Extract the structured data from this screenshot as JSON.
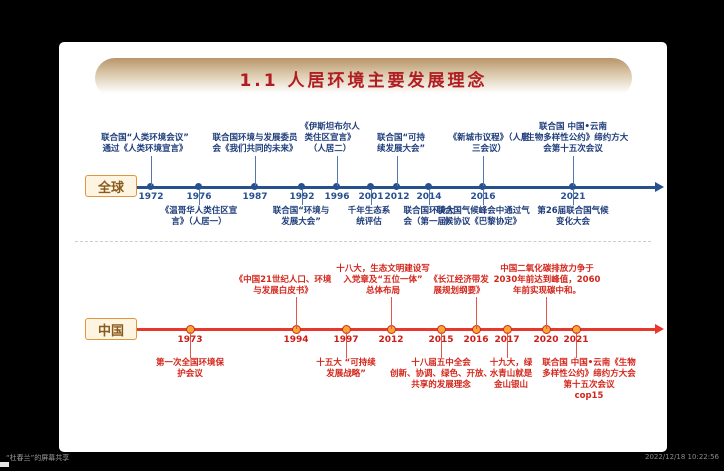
{
  "chrome": {
    "screen_share_label": "“杜春兰”的屏幕共享",
    "timestamp": "2022/12/18 10:22:56"
  },
  "slide": {
    "title": "1.1 人居环境主要发展理念",
    "colors": {
      "global_line": "#27508f",
      "china_line": "#e8372c",
      "title": "#b01e23"
    },
    "global": {
      "label": "全球",
      "events": [
        {
          "year": "1972",
          "side": "above",
          "text": "联合国“人类环境会议”\n通过《人类环境宣言》"
        },
        {
          "year": "1976",
          "side": "below",
          "text": "《温哥华人类住区宣\n言》（人居一）"
        },
        {
          "year": "1987",
          "side": "above",
          "text": "联合国环境与发展委员\n会《我们共同的未来》"
        },
        {
          "year": "1992",
          "side": "below",
          "text": "联合国“环境与\n发展大会”"
        },
        {
          "year": "1996",
          "side": "above",
          "text": "《伊斯坦布尔人\n类住区宣言》\n（人居二）"
        },
        {
          "year": "2001",
          "side": "below",
          "text": "千年生态系\n统评估"
        },
        {
          "year": "2012",
          "side": "above",
          "text": "联合国“可持\n续发展大会”"
        },
        {
          "year": "2014",
          "side": "below",
          "text": "联合国环境大\n会（第一届）"
        },
        {
          "year": "2016",
          "side": "both",
          "text_above": "《新城市议程》（人居\n三会议）",
          "text_below": "联合国气候峰会中通过气\n候协议《巴黎协定》"
        },
        {
          "year": "2021",
          "side": "both",
          "text_above": "联合国 中国•云南\n《生物多样性公约》缔约方大\n会第十五次会议",
          "text_below": "第26届联合国气候\n变化大会"
        }
      ]
    },
    "china": {
      "label": "中国",
      "events": [
        {
          "year": "1973",
          "side": "below",
          "text": "第一次全国环境保\n护会议"
        },
        {
          "year": "1994",
          "side": "above",
          "text": "《中国21世纪人口、环境\n与发展白皮书》"
        },
        {
          "year": "1997",
          "side": "below",
          "text": "十五大 “可持续\n发展战略”"
        },
        {
          "year": "2012",
          "side": "above",
          "text": "十八大，生态文明建设写\n入党章及“五位一体”\n总体布局"
        },
        {
          "year": "2015",
          "side": "below",
          "text": "十八届五中全会\n创新、协调、绿色、开放、\n共享的发展理念"
        },
        {
          "year": "2016",
          "side": "above",
          "text": "《长江经济带发\n展规划纲要》"
        },
        {
          "year": "2017",
          "side": "below",
          "text": "十九大，绿\n水青山就是\n金山银山"
        },
        {
          "year": "2020",
          "side": "above",
          "text": "中国二氧化碳排放力争于\n2030年前达到峰值，2060\n年前实现碳中和。"
        },
        {
          "year": "2021",
          "side": "below",
          "text": "联合国 中国•云南《生物\n多样性公约》缔约方大会\n第十五次会议\ncop15"
        }
      ]
    }
  }
}
